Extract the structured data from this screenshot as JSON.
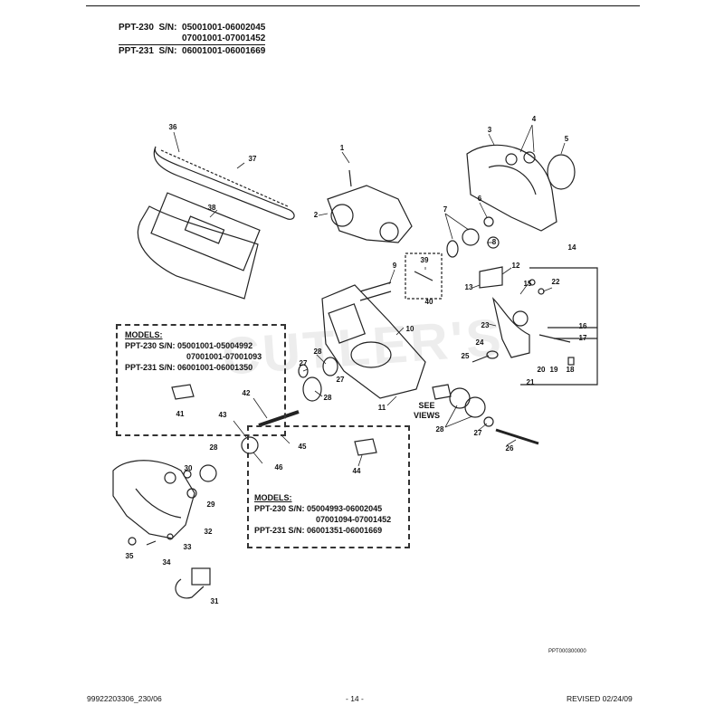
{
  "header": {
    "line1": "PPT-230  S/N:  05001001-06002045",
    "line2": "07001001-07001452",
    "line3": "PPT-231  S/N:  06001001-06001669"
  },
  "watermark": "CUTLER'S",
  "box1": {
    "title": "MODELS:",
    "l1": "PPT-230 S/N: 05001001-05004992",
    "l2": "07001001-07001093",
    "l3": "PPT-231 S/N: 06001001-06001350"
  },
  "box2": {
    "title": "MODELS:",
    "l1": "PPT-230 S/N: 05004993-06002045",
    "l2": "07001094-07001452",
    "l3": "PPT-231 S/N: 06001351-06001669"
  },
  "see_views": [
    "SEE",
    "VIEWS"
  ],
  "callouts": [
    "1",
    "2",
    "3",
    "4",
    "5",
    "6",
    "7",
    "8",
    "9",
    "10",
    "11",
    "12",
    "13",
    "14",
    "15",
    "16",
    "17",
    "18",
    "19",
    "20",
    "21",
    "22",
    "23",
    "24",
    "25",
    "26",
    "27",
    "27",
    "27",
    "28",
    "28",
    "28",
    "28",
    "29",
    "30",
    "31",
    "32",
    "33",
    "34",
    "35",
    "36",
    "37",
    "38",
    "39",
    "40",
    "41",
    "42",
    "43",
    "44",
    "45",
    "46",
    "47"
  ],
  "drawing_code": "PPT000300000",
  "footer": {
    "left": "99922203306_230/06",
    "center": "- 14 -",
    "right": "REVISED 02/24/09"
  }
}
